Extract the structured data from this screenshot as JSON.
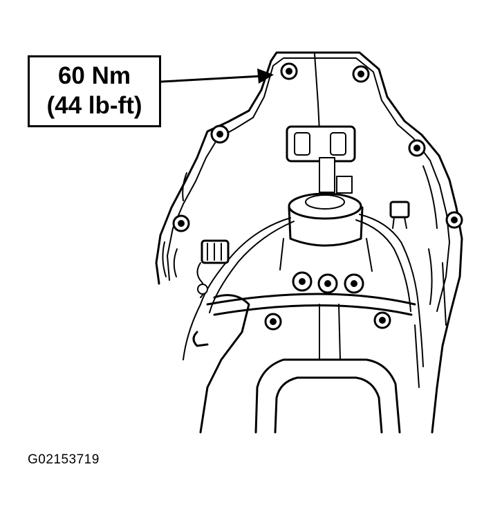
{
  "callout": {
    "torque_metric": "60 Nm",
    "torque_imperial": "(44 lb-ft)"
  },
  "figure_code": "G02153719",
  "colors": {
    "ink": "#000000",
    "paper": "#ffffff"
  }
}
